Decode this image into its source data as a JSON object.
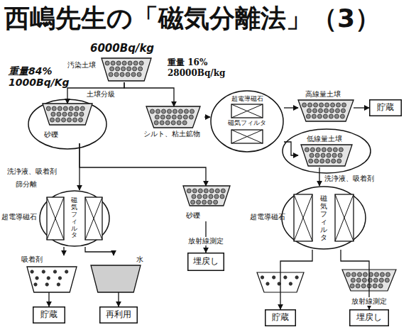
{
  "diagram": {
    "title": "西嶋先生の「磁気分離法」（3）",
    "nodes": [
      {
        "text": [
          "6000Bq/kg",
          "汚染土壌"
        ]
      },
      {
        "text": [
          "砂礫"
        ]
      },
      {
        "text": [
          "シルト、粘土鉱物"
        ]
      },
      {
        "text": [
          "超電導磁石",
          "磁気フィルタ"
        ]
      },
      {
        "text": [
          "高線量土壌"
        ]
      },
      {
        "text": [
          "貯蔵"
        ]
      },
      {
        "text": [
          "低線量土壌"
        ]
      },
      {
        "text": [
          "超電導磁石",
          "磁気フィルタ"
        ]
      },
      {
        "text": [
          "砂礫"
        ]
      },
      {
        "text": [
          "超電導磁石",
          "磁気フィルタ"
        ]
      },
      {
        "text": [
          "吸着剤"
        ]
      },
      {
        "text": [
          "水"
        ]
      },
      {
        "text": [
          "貯蔵"
        ]
      },
      {
        "text": [
          "再利用"
        ]
      },
      {
        "text": [
          "埋戻し"
        ]
      },
      {
        "text": [
          "貯蔵"
        ]
      },
      {
        "text": [
          "埋戻し"
        ]
      }
    ],
    "edges": [
      {
        "from": 0,
        "to": 1,
        "arrow": "to",
        "label": "土壌分級"
      },
      {
        "from": 0,
        "to": 2,
        "arrow": "to"
      },
      {
        "from": 2,
        "to": 3,
        "arrow": "to"
      },
      {
        "from": 3,
        "to": 4,
        "arrow": "to"
      },
      {
        "from": 4,
        "to": 5,
        "arrow": "to"
      },
      {
        "from": 3,
        "to": 6,
        "arrow": "to"
      },
      {
        "from": 1,
        "to": 7,
        "arrow": "to"
      },
      {
        "from": 1,
        "to": 8,
        "arrow": "to"
      },
      {
        "from": 8,
        "to": 14,
        "arrow": "to",
        "label": "放射線測定"
      },
      {
        "from": 7,
        "to": 10,
        "arrow": "to"
      },
      {
        "from": 7,
        "to": 11,
        "arrow": "to"
      },
      {
        "from": 10,
        "to": 12,
        "arrow": "to"
      },
      {
        "from": 11,
        "to": 13,
        "arrow": "to"
      },
      {
        "from": 6,
        "to": 9,
        "arrow": "to"
      },
      {
        "from": 9,
        "to": 15,
        "arrow": "to"
      },
      {
        "from": 9,
        "to": 16,
        "arrow": "to",
        "label": "放射線測定"
      }
    ],
    "labels": [
      "重量84%",
      "1000Bq/Kg",
      "重量 16%",
      "28000Bq/kg",
      "洗浄液、吸着剤",
      "篩分離",
      "洗浄液、吸着剤"
    ]
  }
}
